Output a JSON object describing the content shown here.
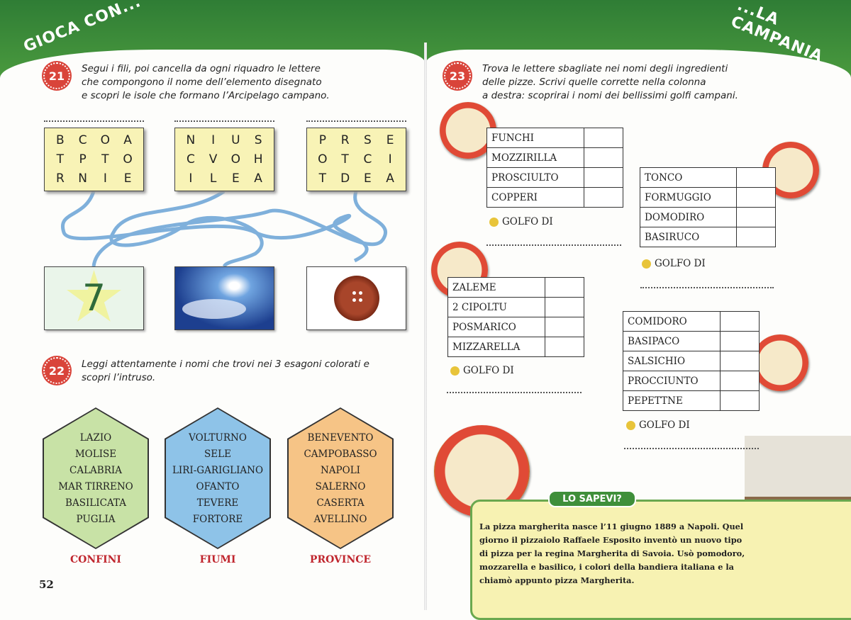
{
  "header": {
    "left": "GIOCA CON...",
    "right": "...LA CAMPANIA"
  },
  "ex21": {
    "number": "21",
    "text": [
      "Segui i fili, poi cancella da ogni riquadro le lettere",
      "che compongono il nome dell’elemento disegnato",
      "e scopri le isole che formano l’Arcipelago campano."
    ],
    "grids": [
      [
        "B",
        "C",
        "O",
        "A",
        "T",
        "P",
        "T",
        "O",
        "R",
        "N",
        "I",
        "E"
      ],
      [
        "N",
        "I",
        "U",
        "S",
        "C",
        "V",
        "O",
        "H",
        "I",
        "L",
        "E",
        "A"
      ],
      [
        "P",
        "R",
        "S",
        "E",
        "O",
        "T",
        "C",
        "I",
        "T",
        "D",
        "E",
        "A"
      ]
    ],
    "pictures": [
      {
        "label": "7",
        "icon": "number-seven-star"
      },
      {
        "icon": "sky-clouds"
      },
      {
        "icon": "button"
      }
    ]
  },
  "ex22": {
    "number": "22",
    "text": [
      "Leggi attentamente i nomi che trovi nei 3 esagoni colorati e",
      "scopri l’intruso."
    ],
    "hexagons": [
      {
        "label": "CONFINI",
        "color": "#c8e2a6",
        "items": [
          "LAZIO",
          "MOLISE",
          "CALABRIA",
          "MAR TIRRENO",
          "BASILICATA",
          "PUGLIA"
        ]
      },
      {
        "label": "FIUMI",
        "color": "#8ec3e8",
        "items": [
          "VOLTURNO",
          "SELE",
          "LIRI-GARIGLIANO",
          "OFANTO",
          "TEVERE",
          "FORTORE"
        ]
      },
      {
        "label": "PROVINCE",
        "color": "#f6c486",
        "items": [
          "BENEVENTO",
          "CAMPOBASSO",
          "NAPOLI",
          "SALERNO",
          "CASERTA",
          "AVELLINO"
        ]
      }
    ]
  },
  "page_left": "52",
  "ex23": {
    "number": "23",
    "text": [
      "Trova le lettere sbagliate nei nomi degli ingredienti",
      "delle pizze. Scrivi quelle corrette nella colonna",
      "a destra: scoprirai i nomi dei bellissimi golfi campani."
    ],
    "golfo_label": "GOLFO DI",
    "tables": [
      [
        "FUNCHI",
        "MOZZIRILLA",
        "PROSCIULTO",
        "COPPERI"
      ],
      [
        "TONCO",
        "FORMUGGIO",
        "DOMODIRO",
        "BASIRUCO"
      ],
      [
        "ZALEME",
        "2 CIPOLTU",
        "POSMARICO",
        "MIZZARELLA"
      ],
      [
        "COMIDORO",
        "BASIPACO",
        "SALSICHIO",
        "PROCCIUNTO",
        "PEPETTNE"
      ]
    ]
  },
  "lo_sapevi": {
    "title": "LO SAPEVI?",
    "text": "La pizza margherita nasce l’11 giugno 1889 a Napoli. Quel giorno il pizzaiolo Raffaele Esposito inventò un nuovo tipo di pizza per la regina Margherita di Savoia. Usò pomodoro, mozzarella e basilico, i colori della bandiera italiana e la chiamò appunto pizza Margherita."
  }
}
